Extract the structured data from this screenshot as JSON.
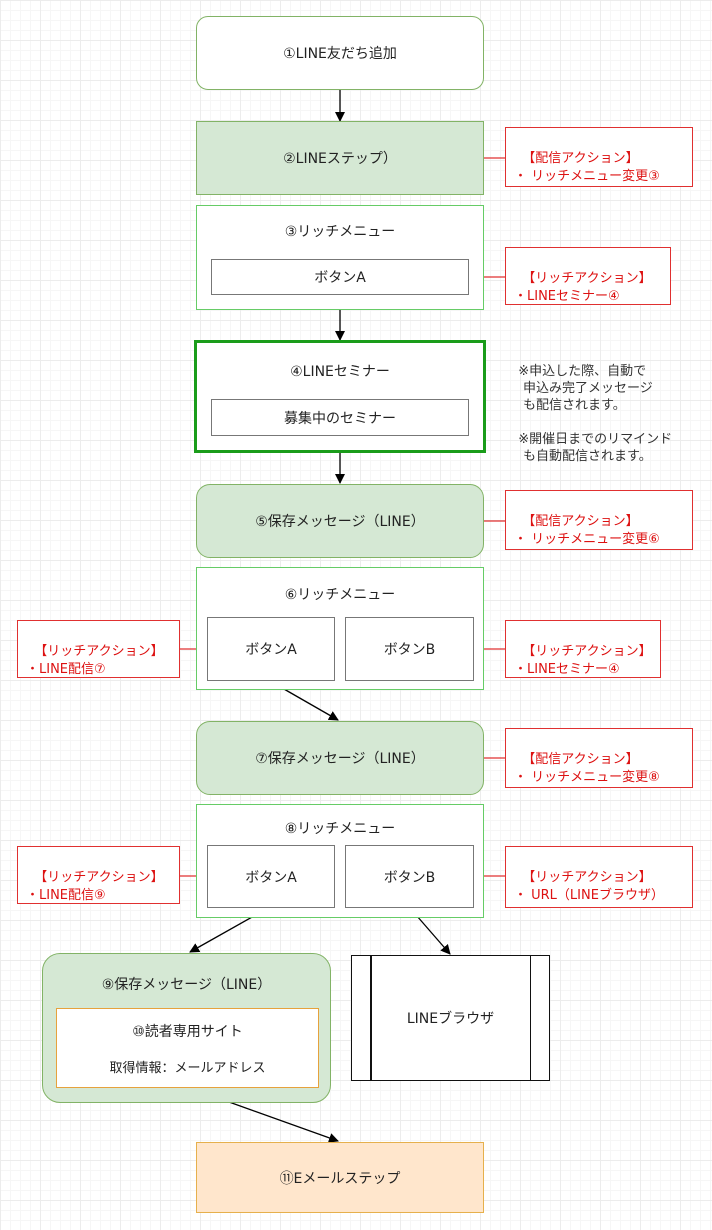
{
  "nodes": {
    "n1": "①LINE友だち追加",
    "n2": "②LINEステップ）",
    "n3": {
      "title": "③リッチメニュー",
      "button_a": "ボタンA"
    },
    "n4": {
      "title": "④LINEセミナー",
      "inner": "募集中のセミナー"
    },
    "n5": "⑤保存メッセージ（LINE）",
    "n6": {
      "title": "⑥リッチメニュー",
      "button_a": "ボタンA",
      "button_b": "ボタンB"
    },
    "n7": "⑦保存メッセージ（LINE）",
    "n8": {
      "title": "⑧リッチメニュー",
      "button_a": "ボタンA",
      "button_b": "ボタンB"
    },
    "n9": {
      "title": "⑨保存メッセージ（LINE）",
      "sub_title": "⑩読者専用サイト",
      "sub_info": "取得情報：メールアドレス"
    },
    "browser": "LINEブラウザ",
    "n11": "⑪Eメールステップ"
  },
  "actions": {
    "a2": "【配信アクション】\n・ リッチメニュー変更③",
    "a3": "【リッチアクション】\n・LINEセミナー④",
    "a5": "【配信アクション】\n・ リッチメニュー変更⑥",
    "a6_left": "【リッチアクション】\n・LINE配信⑦",
    "a6_right": "【リッチアクション】\n・LINEセミナー④",
    "a7": "【配信アクション】\n・ リッチメニュー変更⑧",
    "a8_left": "【リッチアクション】\n・LINE配信⑨",
    "a8_right": "【リッチアクション】\n・ URL（LINEブラウザ）"
  },
  "notes": {
    "note1": "※申込した際、自動で\n　申込み完了メッセージ\n　も配信されます。",
    "note2": "※開催日までのリマインド\n　も自動配信されます。"
  },
  "colors": {
    "green_fill": "#d5e8d4",
    "green_stroke": "#82b366",
    "action_red": "#e03030",
    "orange_fill": "#ffe6cc",
    "orange_stroke": "#e6a23c"
  }
}
